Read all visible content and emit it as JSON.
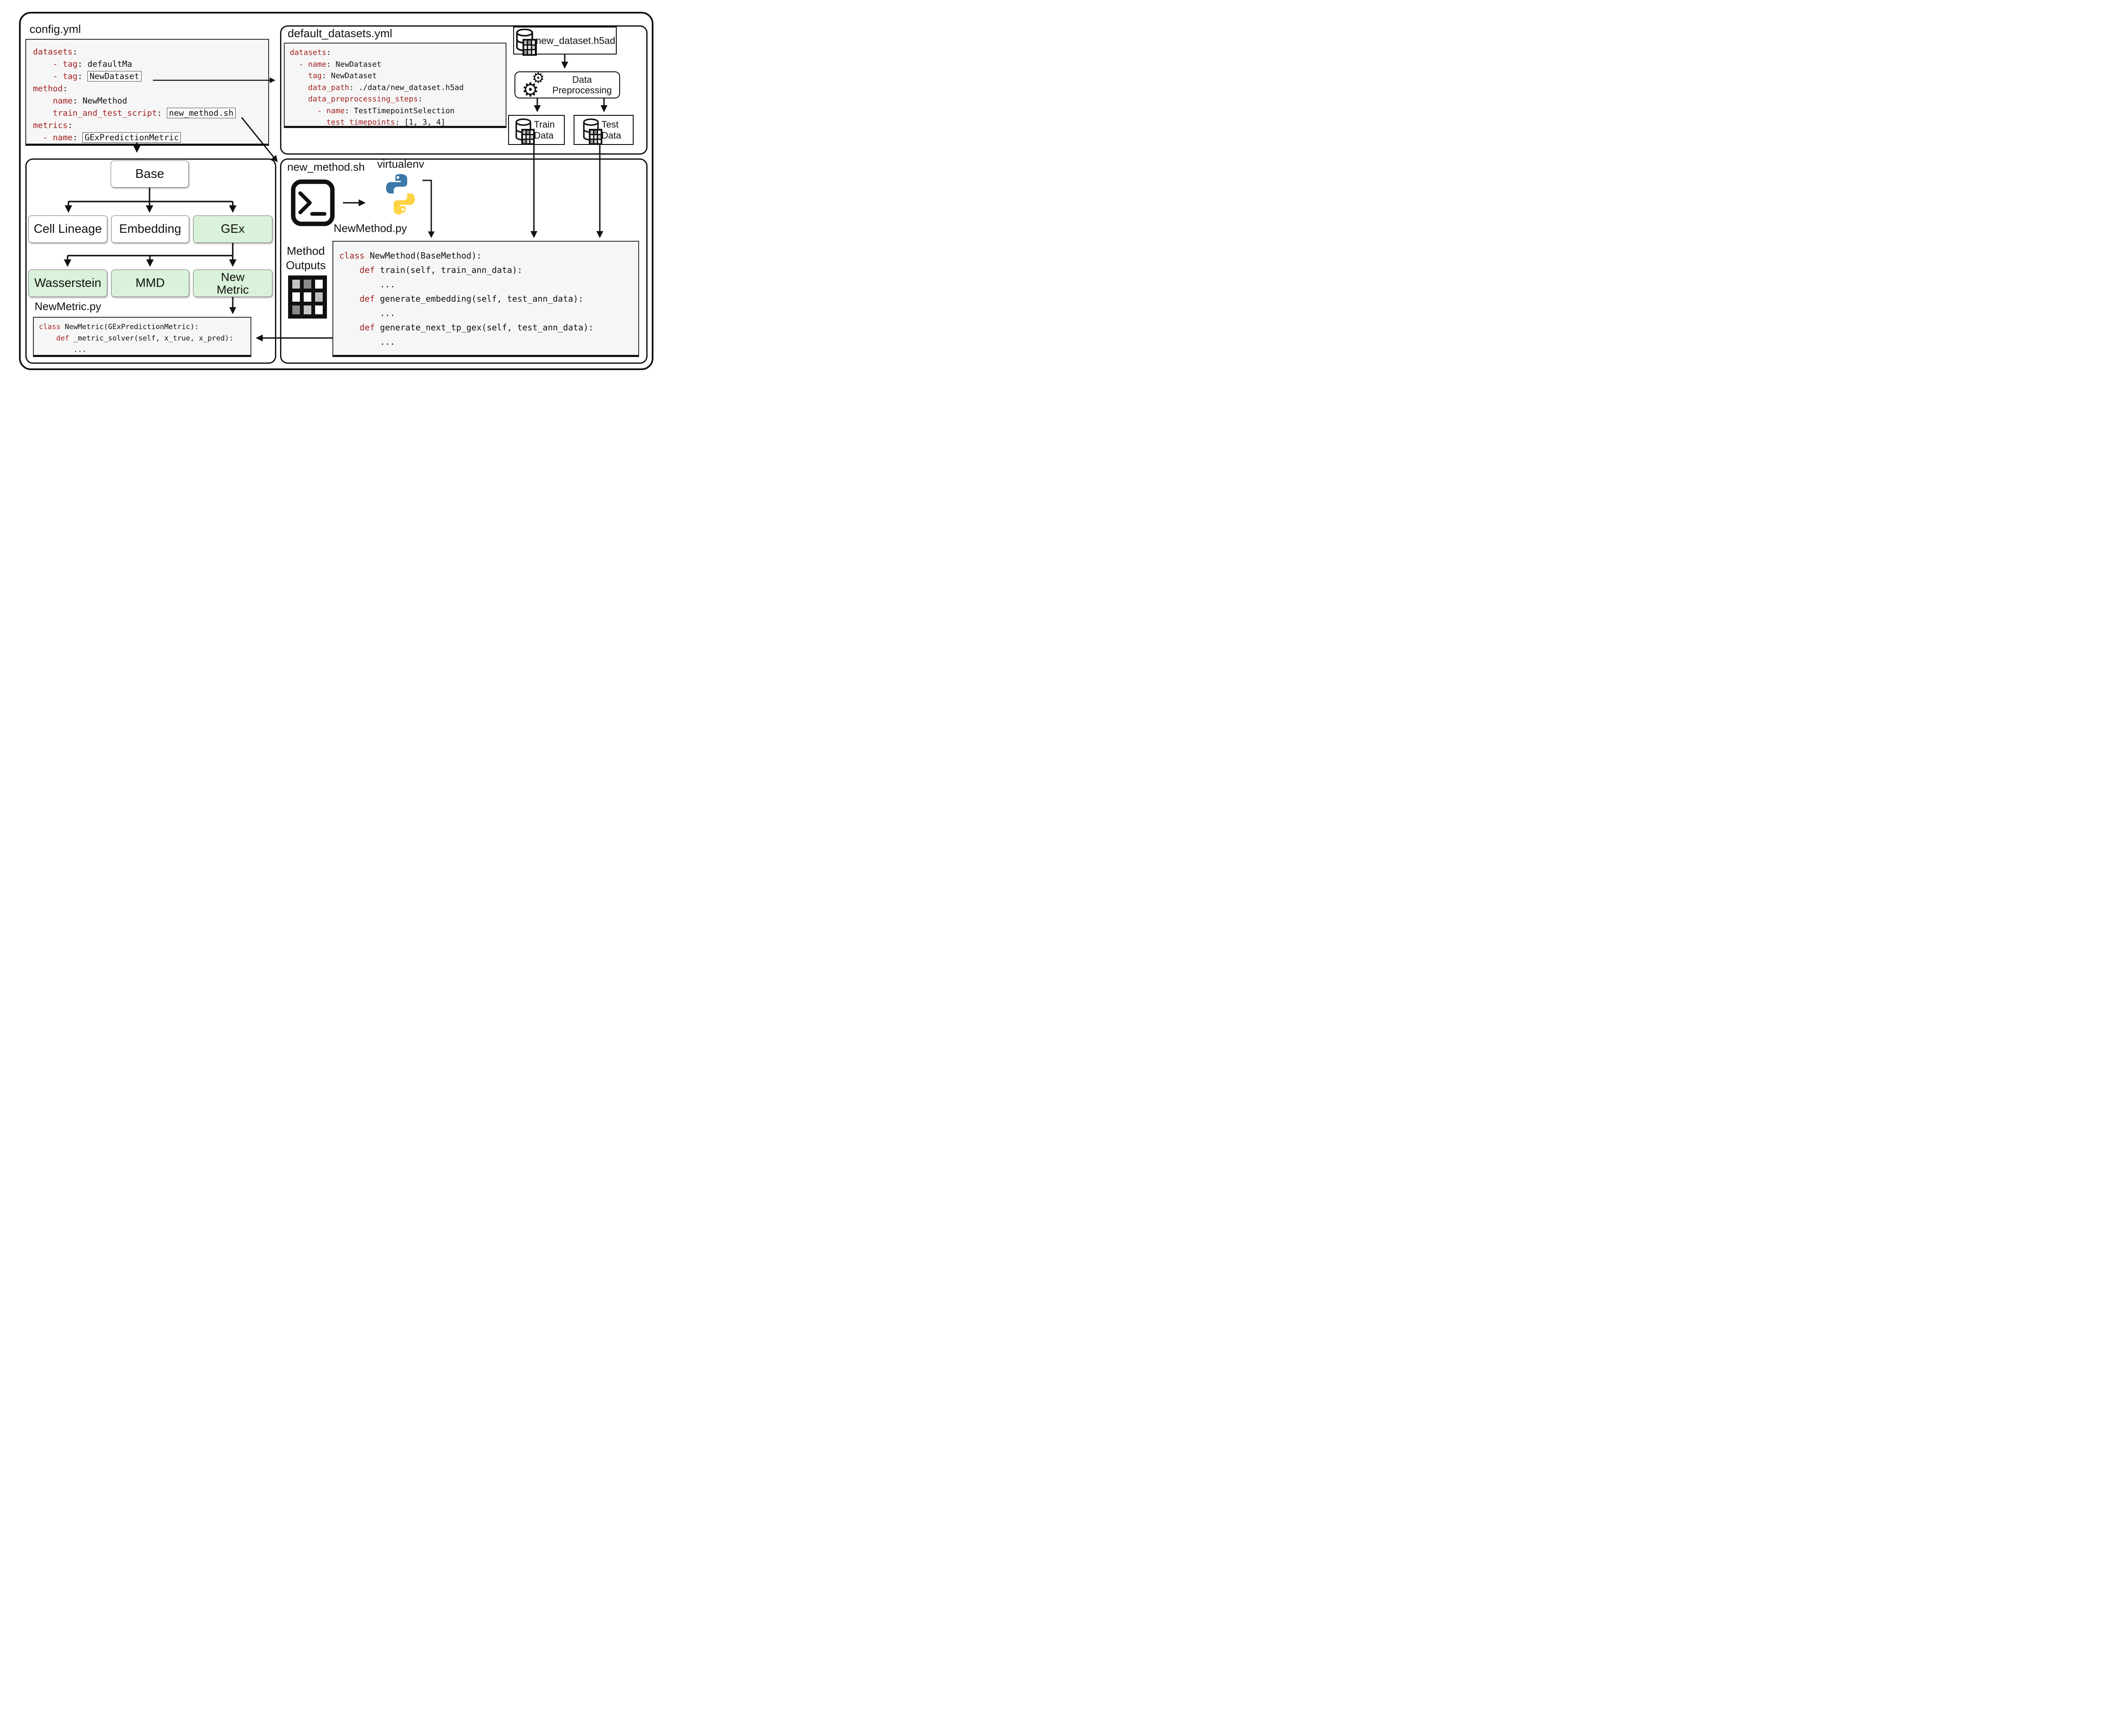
{
  "colors": {
    "keyword_red": "#a42222",
    "green_fill": "#d9f2d9",
    "code_bg": "#f6f6f6",
    "python_blue": "#3b77a8",
    "python_yellow": "#ffd343"
  },
  "config_panel": {
    "title": "config.yml",
    "code": [
      [
        {
          "s": "k",
          "t": "datasets"
        },
        {
          "s": "p",
          "t": ":"
        }
      ],
      [
        {
          "s": "p",
          "t": "    "
        },
        {
          "s": "k",
          "t": "- tag"
        },
        {
          "s": "p",
          "t": ": defaultMa"
        }
      ],
      [
        {
          "s": "p",
          "t": "    "
        },
        {
          "s": "k",
          "t": "- tag"
        },
        {
          "s": "p",
          "t": ": "
        },
        {
          "s": "b",
          "t": "NewDataset"
        }
      ],
      [
        {
          "s": "k",
          "t": "method"
        },
        {
          "s": "p",
          "t": ":"
        }
      ],
      [
        {
          "s": "p",
          "t": "    "
        },
        {
          "s": "k",
          "t": "name"
        },
        {
          "s": "p",
          "t": ": NewMethod"
        }
      ],
      [
        {
          "s": "p",
          "t": "    "
        },
        {
          "s": "k",
          "t": "train_and_test_script"
        },
        {
          "s": "p",
          "t": ": "
        },
        {
          "s": "b",
          "t": "new_method.sh"
        }
      ],
      [
        {
          "s": "k",
          "t": "metrics"
        },
        {
          "s": "p",
          "t": ":"
        }
      ],
      [
        {
          "s": "p",
          "t": "  "
        },
        {
          "s": "k",
          "t": "- name"
        },
        {
          "s": "p",
          "t": ": "
        },
        {
          "s": "b",
          "t": "GExPredictionMetric"
        }
      ]
    ]
  },
  "defaults_panel": {
    "title": "default_datasets.yml",
    "code": [
      [
        {
          "s": "k",
          "t": "datasets"
        },
        {
          "s": "p",
          "t": ":"
        }
      ],
      [
        {
          "s": "p",
          "t": "  "
        },
        {
          "s": "k",
          "t": "- name"
        },
        {
          "s": "p",
          "t": ": NewDataset"
        }
      ],
      [
        {
          "s": "p",
          "t": "    "
        },
        {
          "s": "k",
          "t": "tag"
        },
        {
          "s": "p",
          "t": ": NewDataset"
        }
      ],
      [
        {
          "s": "p",
          "t": "    "
        },
        {
          "s": "k",
          "t": "data_path"
        },
        {
          "s": "p",
          "t": ": ./data/new_dataset.h5ad"
        }
      ],
      [
        {
          "s": "p",
          "t": "    "
        },
        {
          "s": "k",
          "t": "data_preprocessing_steps"
        },
        {
          "s": "p",
          "t": ":"
        }
      ],
      [
        {
          "s": "p",
          "t": "      "
        },
        {
          "s": "k",
          "t": "- name"
        },
        {
          "s": "p",
          "t": ": TestTimepointSelection"
        }
      ],
      [
        {
          "s": "p",
          "t": "        "
        },
        {
          "s": "k",
          "t": "test_timepoints"
        },
        {
          "s": "p",
          "t": ": [1, 3, 4]"
        }
      ]
    ]
  },
  "flow": {
    "dataset_file": "new_dataset.h5ad",
    "preprocessing": "Data Preprocessing",
    "train": "Train Data",
    "test": "Test Data"
  },
  "hierarchy": {
    "base": "Base",
    "row2": [
      {
        "label": "Cell Lineage"
      },
      {
        "label": "Embedding"
      },
      {
        "label": "GEx"
      }
    ],
    "row3": [
      {
        "label": "Wasserstein"
      },
      {
        "label": "MMD"
      },
      {
        "label": "New Metric"
      }
    ]
  },
  "newmetric": {
    "title": "NewMetric.py",
    "code": [
      [
        {
          "s": "k",
          "t": "class"
        },
        {
          "s": "p",
          "t": " NewMetric(GExPredictionMetric):"
        }
      ],
      [
        {
          "s": "p",
          "t": "    "
        },
        {
          "s": "k",
          "t": "def"
        },
        {
          "s": "p",
          "t": " _metric_solver(self, x_true, x_pred):"
        }
      ],
      [
        {
          "s": "p",
          "t": "        ..."
        }
      ]
    ]
  },
  "method_panel": {
    "script_label": "new_method.sh",
    "venv_label": "virtualenv",
    "file_label": "NewMethod.py",
    "outputs_label": "Method Outputs",
    "code": [
      [
        {
          "s": "k",
          "t": "class"
        },
        {
          "s": "p",
          "t": " NewMethod(BaseMethod):"
        }
      ],
      [
        {
          "s": "p",
          "t": "    "
        },
        {
          "s": "k",
          "t": "def"
        },
        {
          "s": "p",
          "t": " train(self, train_ann_data):"
        }
      ],
      [
        {
          "s": "p",
          "t": "        ..."
        }
      ],
      [
        {
          "s": "p",
          "t": "    "
        },
        {
          "s": "k",
          "t": "def"
        },
        {
          "s": "p",
          "t": " generate_embedding(self, test_ann_data):"
        }
      ],
      [
        {
          "s": "p",
          "t": "        ..."
        }
      ],
      [
        {
          "s": "p",
          "t": "    "
        },
        {
          "s": "k",
          "t": "def"
        },
        {
          "s": "p",
          "t": " generate_next_tp_gex(self, test_ann_data):"
        }
      ],
      [
        {
          "s": "p",
          "t": "        ..."
        }
      ]
    ]
  },
  "grids": {
    "outputs": [
      "#c4c4c4",
      "#8a8a8a",
      "#ffffff",
      "#ffffff",
      "#ffffff",
      "#bdbdbd",
      "#8a8a8a",
      "#c6c6c6",
      "#ffffff"
    ],
    "mini": [
      "#bdbdbd",
      "#8a8a8a",
      "#ffffff",
      "#ffffff",
      "#e2e2e2",
      "#cfcfcf",
      "#9a9a9a",
      "#c9c9c9",
      "#ffffff"
    ]
  }
}
